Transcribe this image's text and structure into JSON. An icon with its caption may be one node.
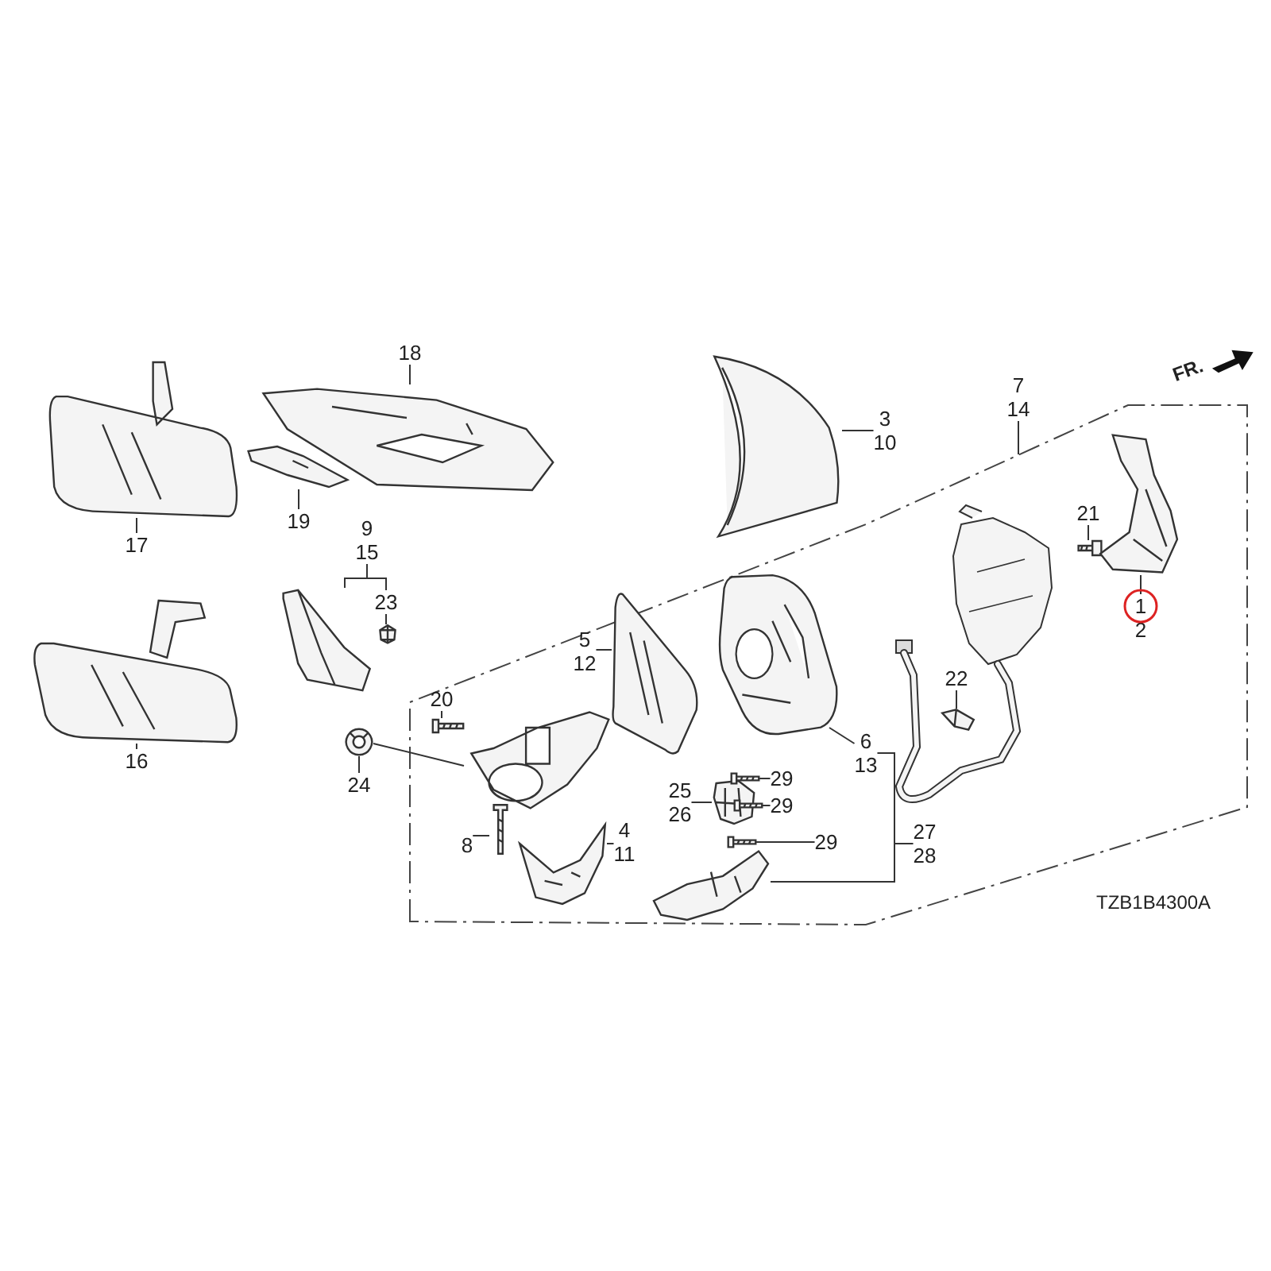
{
  "diagram": {
    "nodes": [
      {
        "text": [
          "18"
        ]
      },
      {
        "text": [],
        "shape": "picture"
      },
      {
        "text": [
          "19"
        ]
      },
      {
        "text": [],
        "shape": "picture"
      },
      {
        "text": [
          "17"
        ]
      },
      {
        "text": [],
        "shape": "picture"
      },
      {
        "text": [
          "16"
        ]
      },
      {
        "text": [],
        "shape": "picture"
      },
      {
        "text": [
          "9",
          "15"
        ]
      },
      {
        "text": [],
        "shape": "picture"
      },
      {
        "text": [
          "23"
        ]
      },
      {
        "text": [],
        "shape": "picture"
      },
      {
        "text": [
          "24"
        ]
      },
      {
        "text": [],
        "shape": "picture"
      },
      {
        "text": [
          "7",
          "14"
        ]
      },
      {
        "text": [],
        "shape": "box"
      },
      {
        "text": [
          "20"
        ],
        "in": 15
      },
      {
        "text": [],
        "shape": "picture",
        "in": 15
      },
      {
        "text": [],
        "shape": "picture",
        "in": 15
      },
      {
        "text": [
          "8"
        ],
        "in": 15
      },
      {
        "text": [],
        "shape": "picture",
        "in": 15
      },
      {
        "text": [
          "4",
          "11"
        ],
        "in": 15
      },
      {
        "text": [],
        "shape": "picture",
        "in": 15
      },
      {
        "text": [
          "5",
          "12"
        ],
        "in": 15
      },
      {
        "text": [],
        "shape": "picture",
        "in": 15
      },
      {
        "text": [
          "6",
          "13"
        ],
        "in": 15
      },
      {
        "text": [],
        "shape": "picture",
        "in": 15
      },
      {
        "text": [],
        "shape": "picture",
        "in": 15
      },
      {
        "text": [
          "27",
          "28"
        ],
        "in": 15
      },
      {
        "text": [
          "25",
          "26"
        ],
        "in": 15
      },
      {
        "text": [],
        "shape": "picture",
        "in": 15
      },
      {
        "text": [
          "29"
        ],
        "in": 15
      },
      {
        "text": [],
        "shape": "picture",
        "in": 15
      },
      {
        "text": [
          "29"
        ],
        "in": 15
      },
      {
        "text": [],
        "shape": "picture",
        "in": 15
      },
      {
        "text": [
          "29"
        ],
        "in": 15
      },
      {
        "text": [],
        "shape": "picture",
        "in": 15
      },
      {
        "text": [
          "3",
          "10"
        ]
      },
      {
        "text": [],
        "shape": "picture"
      },
      {
        "text": [
          "22"
        ],
        "in": 15
      },
      {
        "text": [],
        "shape": "picture",
        "in": 15
      },
      {
        "text": [
          "21"
        ],
        "in": 15
      },
      {
        "text": [],
        "shape": "picture",
        "in": 15
      },
      {
        "text": [
          "1",
          "2"
        ],
        "in": 15
      },
      {
        "text": [],
        "shape": "picture",
        "in": 15
      }
    ],
    "edges": [
      {
        "from": 0,
        "to": 1,
        "arrow": "none"
      },
      {
        "from": 2,
        "to": 3,
        "arrow": "none"
      },
      {
        "from": 4,
        "to": 5,
        "arrow": "none"
      },
      {
        "from": 6,
        "to": 7,
        "arrow": "none"
      },
      {
        "from": 8,
        "to": 9,
        "arrow": "none"
      },
      {
        "from": 8,
        "to": 10,
        "arrow": "none"
      },
      {
        "from": 10,
        "to": 11,
        "arrow": "none"
      },
      {
        "from": 12,
        "to": 13,
        "arrow": "none"
      },
      {
        "from": 13,
        "to": 18,
        "arrow": "none"
      },
      {
        "from": 14,
        "to": 15,
        "arrow": "none"
      },
      {
        "from": 16,
        "to": 17,
        "arrow": "none"
      },
      {
        "from": 19,
        "to": 20,
        "arrow": "none"
      },
      {
        "from": 21,
        "to": 22,
        "arrow": "none"
      },
      {
        "from": 23,
        "to": 24,
        "arrow": "none"
      },
      {
        "from": 25,
        "to": 26,
        "arrow": "none"
      },
      {
        "from": 25,
        "to": 27,
        "arrow": "none"
      },
      {
        "from": 28,
        "to": 27,
        "arrow": "none"
      },
      {
        "from": 29,
        "to": 30,
        "arrow": "none"
      },
      {
        "from": 31,
        "to": 32,
        "arrow": "none"
      },
      {
        "from": 33,
        "to": 34,
        "arrow": "none"
      },
      {
        "from": 35,
        "to": 36,
        "arrow": "none"
      },
      {
        "from": 37,
        "to": 38,
        "arrow": "none"
      },
      {
        "from": 39,
        "to": 40,
        "arrow": "none"
      },
      {
        "from": 41,
        "to": 42,
        "arrow": "none"
      },
      {
        "from": 43,
        "to": 44,
        "arrow": "none"
      }
    ],
    "labels": [
      "FR.",
      "TZB1B4300A"
    ]
  }
}
